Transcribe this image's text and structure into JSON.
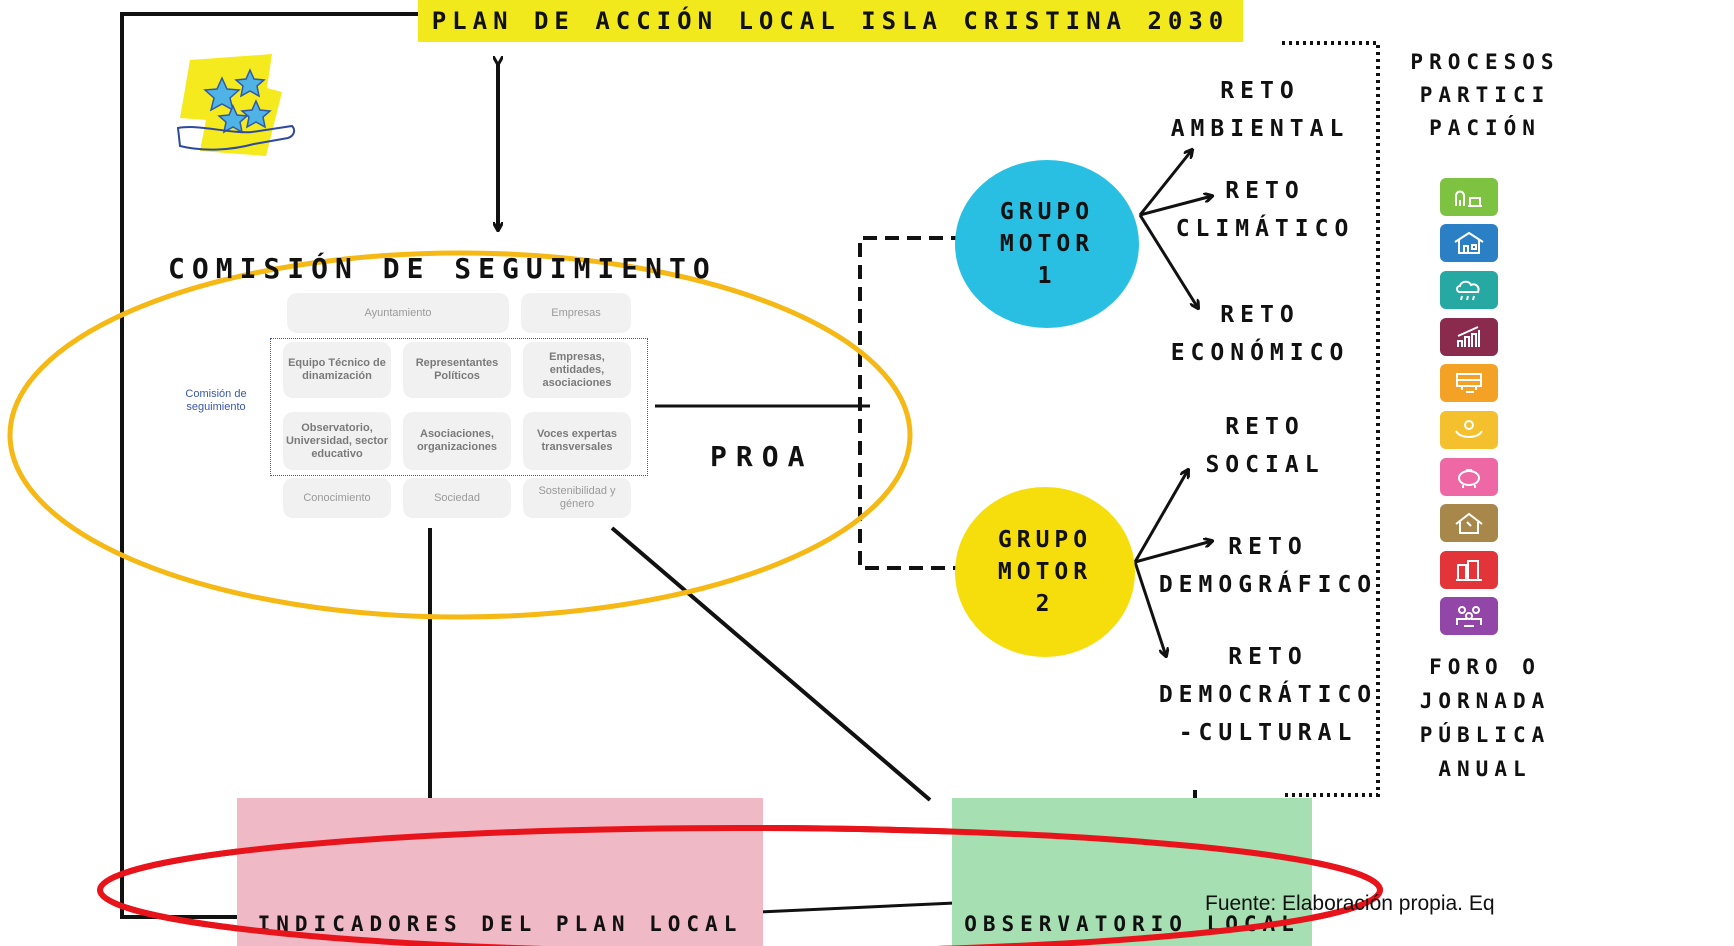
{
  "title": "PLAN DE ACCIÓN LOCAL ISLA CRISTINA 2030",
  "comision": {
    "title": "COMISIÓN DE SEGUIMIENTO",
    "side_label": "Comisión de seguimiento",
    "top_row": [
      "Ayuntamiento",
      "Empresas"
    ],
    "inner_rows": [
      [
        "Equipo Técnico de dinamización",
        "Representantes Políticos",
        "Empresas, entidades, asociaciones"
      ],
      [
        "Observatorio, Universidad, sector educativo",
        "Asociaciones, organizaciones",
        "Voces expertas transversales"
      ]
    ],
    "bottom_row": [
      "Conocimiento",
      "Sociedad",
      "Sostenibilidad y género"
    ]
  },
  "proa": "PROA",
  "grupos": [
    {
      "line1": "GRUPO",
      "line2": "MOTOR",
      "line3": "1",
      "color": "#29bfe3"
    },
    {
      "line1": "GRUPO",
      "line2": "MOTOR",
      "line3": "2",
      "color": "#f6dd0c"
    }
  ],
  "retos": [
    {
      "l1": "RETO",
      "l2": "AMBIENTAL"
    },
    {
      "l1": "RETO",
      "l2": "CLIMÁTICO"
    },
    {
      "l1": "RETO",
      "l2": "ECONÓMICO"
    },
    {
      "l1": "RETO",
      "l2": "SOCIAL"
    },
    {
      "l1": "RETO",
      "l2": "DEMOGRÁFICO"
    },
    {
      "l1": "RETO",
      "l2": "DEMOCRÁTICO",
      "l3": "-CULTURAL"
    }
  ],
  "procesos": {
    "l1": "PROCESOS",
    "l2": "PARTICI",
    "l3": "PACIÓN"
  },
  "foro": {
    "l1": "FORO O",
    "l2": "JORNADA",
    "l3": "PÚBLICA",
    "l4": "ANUAL"
  },
  "sdg_icons": [
    {
      "name": "urban-nature-icon",
      "color": "#7ec242"
    },
    {
      "name": "housing-icon",
      "color": "#2b7fc4"
    },
    {
      "name": "climate-icon",
      "color": "#25a9a2"
    },
    {
      "name": "economy-icon",
      "color": "#8a2a4d"
    },
    {
      "name": "mobility-icon",
      "color": "#f4a225"
    },
    {
      "name": "social-icon",
      "color": "#f5c02d"
    },
    {
      "name": "savings-icon",
      "color": "#ef68a6"
    },
    {
      "name": "innovation-icon",
      "color": "#a8884a"
    },
    {
      "name": "digital-icon",
      "color": "#e3343a"
    },
    {
      "name": "community-icon",
      "color": "#9246a7"
    }
  ],
  "indicadores": "INDICADORES DEL PLAN LOCAL",
  "observatorio": "OBSERVATORIO LOCAL",
  "fuente": "Fuente: Elaboración propia. Eq",
  "colors": {
    "banner_yellow": "#f2e91c",
    "indicadores_pink": "#f0b9c6",
    "observatorio_green": "#a6dfb2",
    "ellipse_orange": "#f5b814",
    "ellipse_red": "#e8141b"
  }
}
